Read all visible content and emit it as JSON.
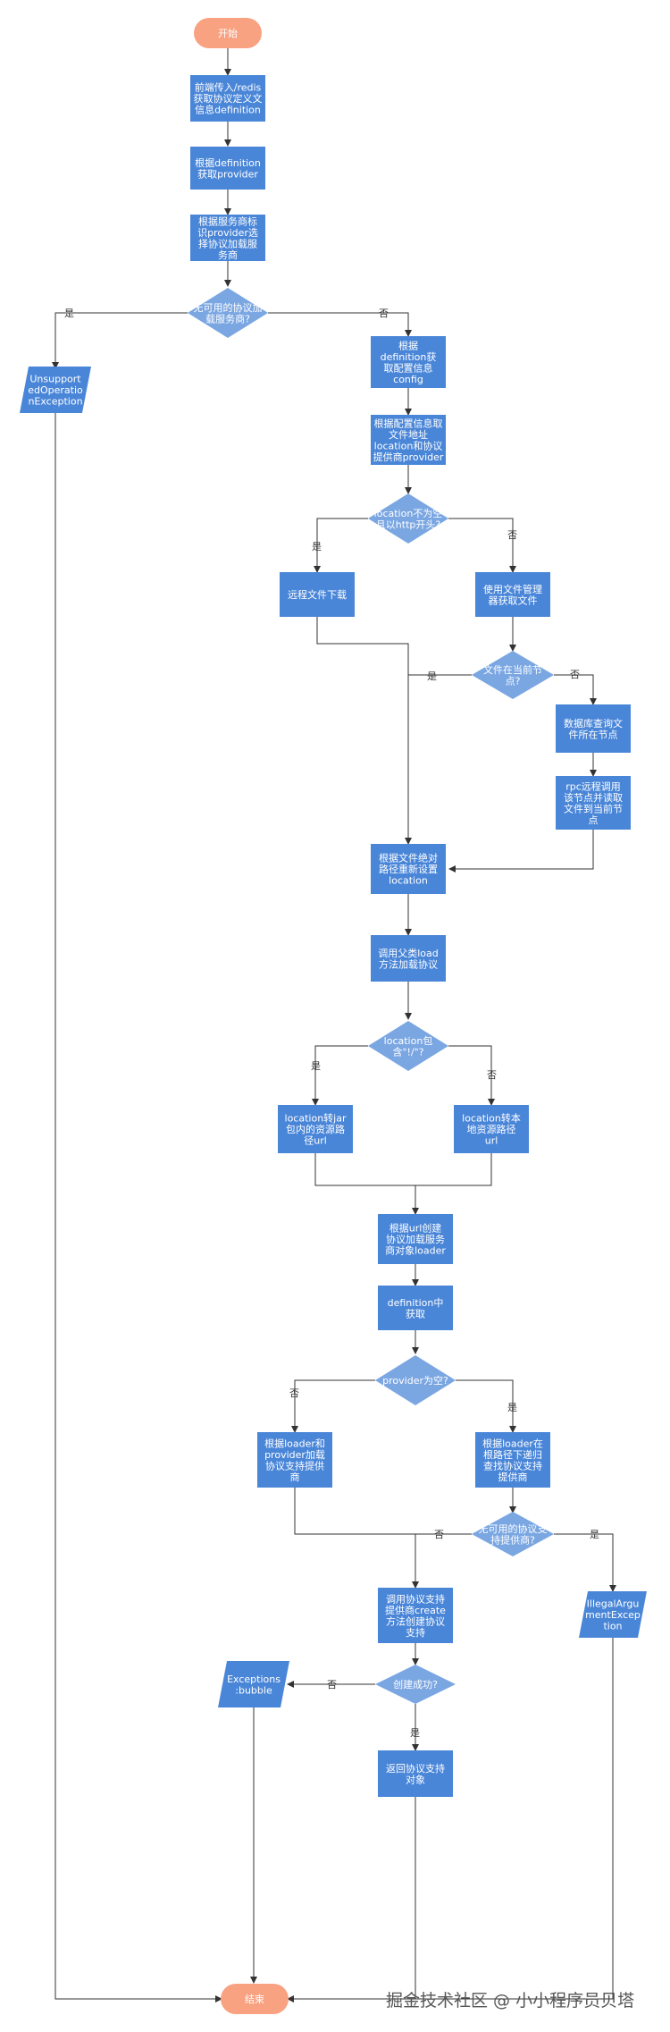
{
  "colors": {
    "process": "#4a86d8",
    "decision": "#7aa6e2",
    "terminal": "#f9a282",
    "line": "#333333"
  },
  "nodes": {
    "start": [
      "开始"
    ],
    "get_definition": [
      "前端传入/redis",
      "获取协议定义文",
      "信息definition"
    ],
    "get_provider": [
      "根据definition",
      "获取provider"
    ],
    "select_service": [
      "根据服务商标",
      "识provider选",
      "择协议加载服",
      "务商"
    ],
    "has_service": [
      "无可用的协议加",
      "载服务商?"
    ],
    "unsupported_ex": [
      "Unsupport",
      "edOperatio",
      "nException"
    ],
    "get_config": [
      "根据",
      "definition获",
      "取配置信息",
      "config"
    ],
    "read_location": [
      "根据配置信息取",
      "文件地址",
      "location和协议",
      "提供商provider"
    ],
    "is_http": [
      "location不为空",
      "且以http开头?"
    ],
    "remote_download": [
      "远程文件下载"
    ],
    "file_manager": [
      "使用文件管理",
      "器获取文件"
    ],
    "file_on_node": [
      "文件在当前节",
      "点?"
    ],
    "db_query": [
      "数据库查询文",
      "件所在节点"
    ],
    "rpc_copy": [
      "rpc远程调用",
      "该节点并读取",
      "文件到当前节",
      "点"
    ],
    "reset_location": [
      "根据文件绝对",
      "路径重新设置",
      "location"
    ],
    "call_load": [
      "调用父类load",
      "方法加载协议"
    ],
    "contains_bang": [
      "location包",
      "含\"!/\"?"
    ],
    "to_jar_url": [
      "location转jar",
      "包内的资源路",
      "径url"
    ],
    "to_local_url": [
      "location转本",
      "地资源路径",
      "url"
    ]
  },
  "nodes_lower": {
    "create_loader": [
      "根据url创建",
      "协议加载服务",
      "商对象loader"
    ],
    "get_from_definition": [
      "definition中",
      "获取"
    ],
    "provider_empty": [
      "provider为空?"
    ],
    "provider_lookup": [
      "根据loader和",
      "provider加载",
      "协议支持提供",
      "商"
    ],
    "scan_all": [
      "根据loader在",
      "根路径下递归",
      "查找协议支持",
      "提供商"
    ],
    "has_supporter": [
      "无可用的协议支",
      "持提供商?"
    ],
    "illegal_ex": [
      "IllegalArgu",
      "mentExcep",
      "tion"
    ],
    "create_support": [
      "调用协议支持",
      "提供商create",
      "方法创建协议",
      "支持"
    ],
    "bubble_ex": [
      "Exceptions",
      ":bubble"
    ],
    "create_ok": [
      "创建成功?"
    ],
    "return_support": [
      "返回协议支持",
      "对象"
    ],
    "end": [
      "结束"
    ]
  },
  "edge_labels": {
    "yes": "是",
    "no": "否"
  },
  "watermark": "掘金技术社区 @ 小小程序员贝塔"
}
